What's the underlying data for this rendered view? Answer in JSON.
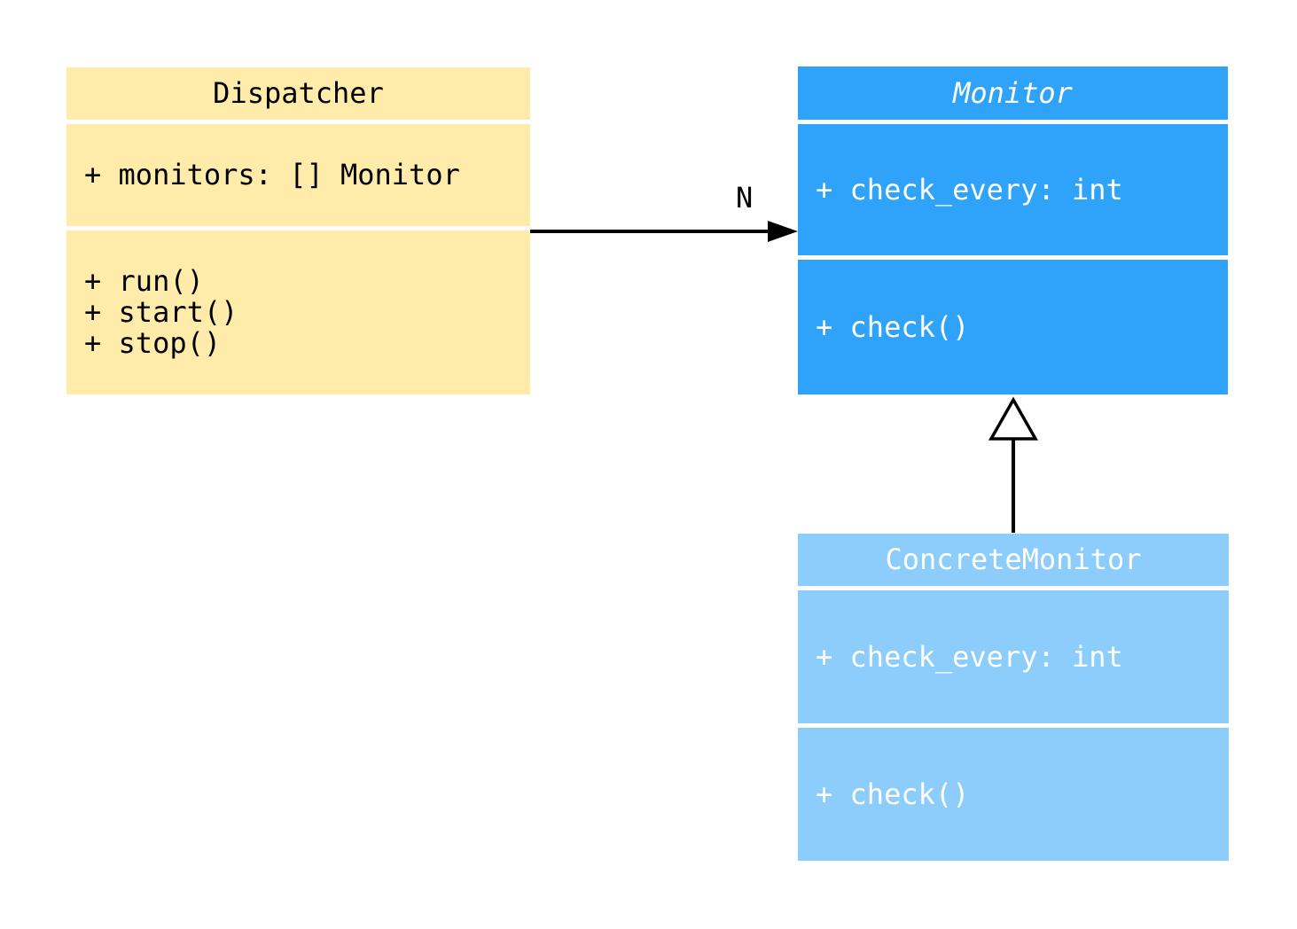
{
  "classes": {
    "dispatcher": {
      "title": "Dispatcher",
      "title_italic": false,
      "attributes": [
        "+ monitors: [] Monitor"
      ],
      "methods": [
        "+ run()",
        "+ start()",
        "+ stop()"
      ],
      "fill_color": "#FFECAA",
      "text_color": "#000000"
    },
    "monitor": {
      "title": "Monitor",
      "title_italic": true,
      "attributes": [
        "+ check_every: int"
      ],
      "methods": [
        "+ check()"
      ],
      "fill_color": "#2FA3FA",
      "text_color": "#FFFFFF"
    },
    "concrete_monitor": {
      "title": "ConcreteMonitor",
      "title_italic": false,
      "attributes": [
        "+ check_every: int"
      ],
      "methods": [
        "+ check()"
      ],
      "fill_color": "#8CCDFC",
      "text_color": "#FFFFFF"
    }
  },
  "relationships": {
    "association": {
      "from": "Dispatcher",
      "to": "Monitor",
      "label": "N",
      "arrowhead": "filled-arrow-icon",
      "line_color": "#000000"
    },
    "inheritance": {
      "from": "ConcreteMonitor",
      "to": "Monitor",
      "arrowhead": "hollow-triangle-icon",
      "line_color": "#000000"
    }
  }
}
